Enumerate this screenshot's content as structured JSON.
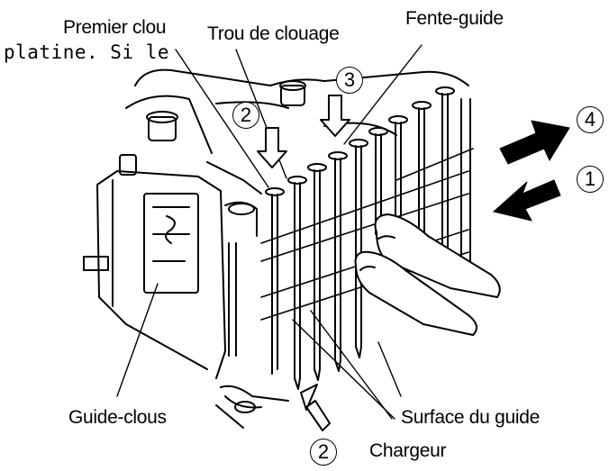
{
  "labels": {
    "premier_clou": "Premier clou",
    "trou_de_clouage": "Trou de clouage",
    "fente_guide": "Fente-guide",
    "guide_clous": "Guide-clous",
    "surface_du_guide": "Surface du guide",
    "chargeur": "Chargeur",
    "stray_text": "platine. Si le"
  },
  "step_numbers": {
    "top_left": "2",
    "top_middle": "3",
    "right_top": "4",
    "right_bottom": "1",
    "bottom": "2"
  },
  "colors": {
    "ink": "#000000",
    "paper": "#ffffff"
  }
}
